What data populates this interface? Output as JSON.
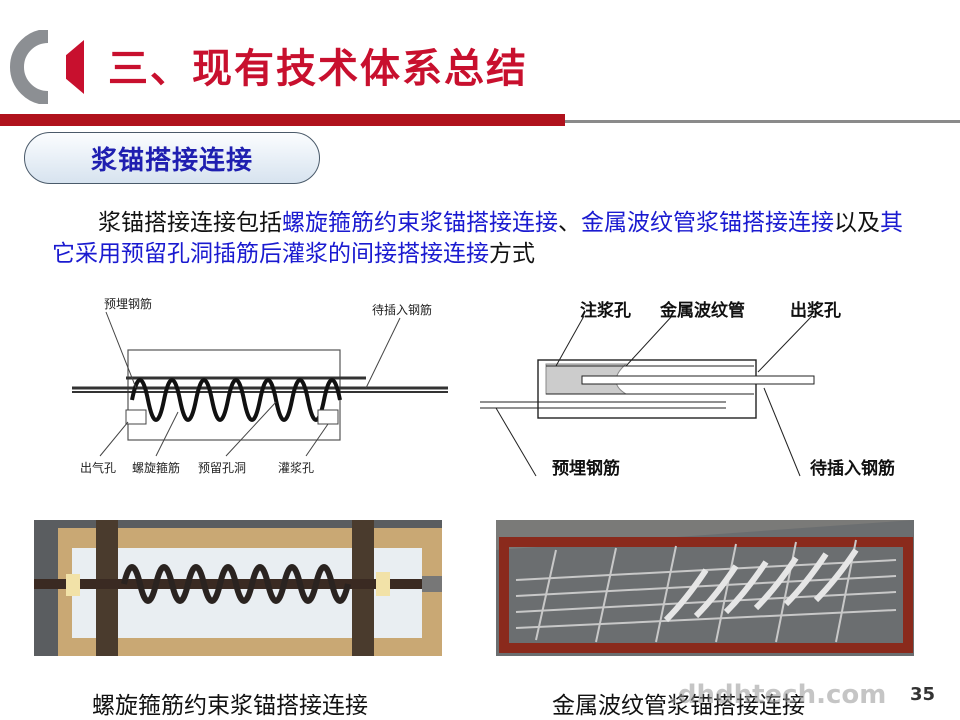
{
  "slide": {
    "title": "三、现有技术体系总结",
    "section_label": "浆锚搭接连接",
    "paragraph": {
      "p1": "浆锚搭接连接包括",
      "h1": "螺旋箍筋约束浆锚搭接连接",
      "p2": "、",
      "h2": "金属波纹管浆锚搭接连接",
      "p3": "以及",
      "h3": "其它采用预留孔洞插筋后灌浆的间接搭接连接",
      "p4": "方式"
    },
    "page_number": "35",
    "watermark": ".dhdhtech.com"
  },
  "diagram_left": {
    "label_embedded": "预埋钢筋",
    "label_insert": "待插入钢筋",
    "label_vent": "出气孔",
    "label_spiral": "螺旋箍筋",
    "label_hole": "预留孔洞",
    "label_grout": "灌浆孔"
  },
  "diagram_right": {
    "label_inlet": "注浆孔",
    "label_duct": "金属波纹管",
    "label_outlet": "出浆孔",
    "label_embedded": "预埋钢筋",
    "label_insert": "待插入钢筋"
  },
  "captions": {
    "left": "螺旋箍筋约束浆锚搭接连接",
    "right": "金属波纹管浆锚搭接连接"
  },
  "colors": {
    "title_red": "#c8102e",
    "rule_red": "#b0121d",
    "highlight_blue": "#1a1ad0",
    "pill_text": "#1f1fb0"
  }
}
